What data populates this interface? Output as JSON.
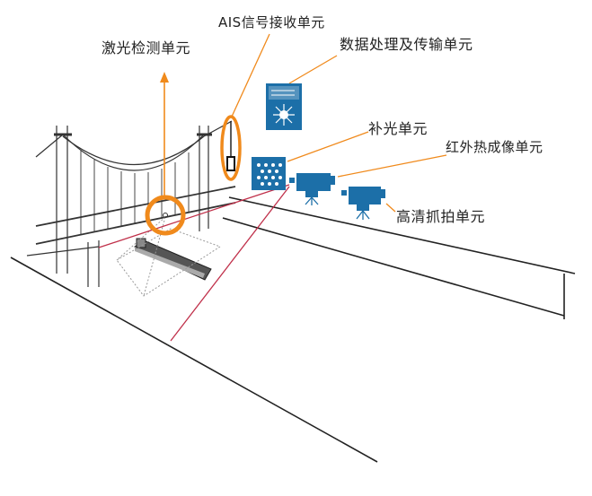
{
  "labels": {
    "laser": "激光检测单元",
    "ais": "AIS信号接收单元",
    "processing": "数据处理及传输单元",
    "fill_light": "补光单元",
    "infrared": "红外热成像单元",
    "hd_capture": "高清抓拍单元"
  },
  "colors": {
    "accent_orange": "#f08a1c",
    "device_blue": "#1c6fa8",
    "laser_red": "#c0304a",
    "line": "#222222"
  }
}
